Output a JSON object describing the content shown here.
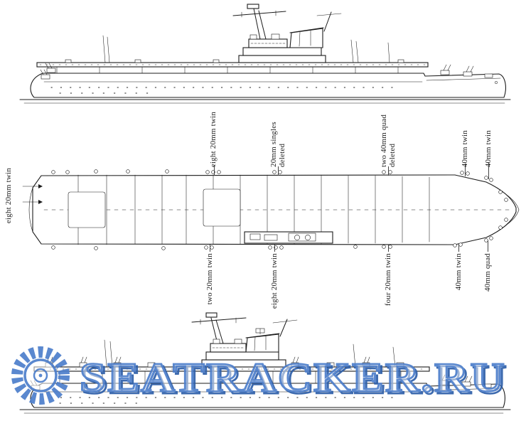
{
  "annotations": {
    "left_label": "eight 20mm twin",
    "top_labels": [
      "eight 20mm twin",
      "20mm singles deleted",
      "two 40mm quad deleted",
      "40mm twin",
      "40mm twin"
    ],
    "bottom_labels": [
      "two 20mm twin",
      "eight 20mm twin",
      "four 20mm twin",
      "40mm twin",
      "40mm quad"
    ]
  },
  "watermark": {
    "text": "SEATRACKER.RU",
    "color": "#4d7ecb",
    "shadow_color": "#2e5fa9"
  },
  "drawing": {
    "ink_color": "#1c1c1c",
    "background": "#ffffff"
  }
}
